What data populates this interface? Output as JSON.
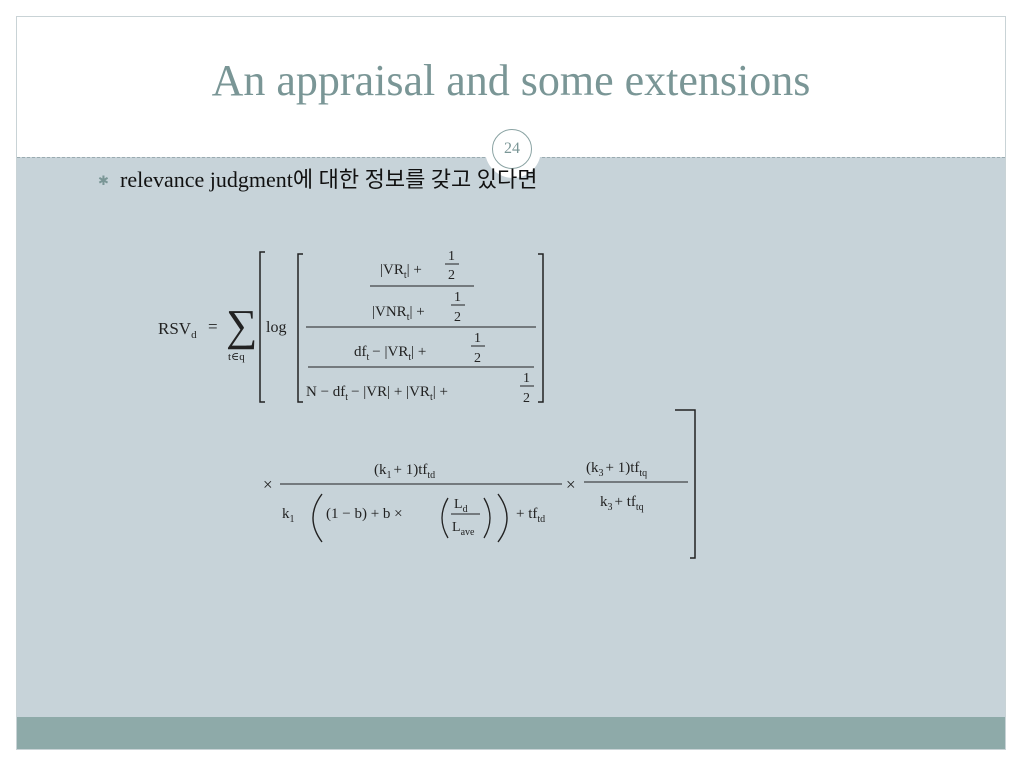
{
  "slide": {
    "title": "An appraisal and some extensions",
    "page_number": "24",
    "bullet_icon": "bullet-star-icon",
    "bullet_text": "relevance judgment에 대한 정보를 갖고 있다면",
    "colors": {
      "title": "#7a9696",
      "content_bg": "#c7d3d9",
      "footer": "#8eaaa9"
    }
  },
  "formula": {
    "lhs_main": "RSV",
    "lhs_sub": "d",
    "equals": "=",
    "sum_symbol": "∑",
    "sum_sub": "t∈q",
    "log": "log",
    "num_top": "|VR",
    "num_top_sub": "t",
    "num_top_tail": "| +",
    "half_1": "1",
    "half_2": "2",
    "num_bot": "|VNR",
    "num_bot_sub": "t",
    "num_bot_tail": "| +",
    "den_top_a": "df",
    "den_top_a_sub": "t",
    "den_top_b": "− |VR",
    "den_top_b_sub": "t",
    "den_top_tail": "| +",
    "den_bot_a": "N − df",
    "den_bot_a_sub": "t",
    "den_bot_b": "− |VR| + |VR",
    "den_bot_b_sub": "t",
    "den_bot_tail": "| +",
    "times": "×",
    "bm25_num_a": "(k",
    "bm25_num_a_sub": "1",
    "bm25_num_b": "+ 1)tf",
    "bm25_num_b_sub": "td",
    "bm25_den_a": "k",
    "bm25_den_a_sub": "1",
    "bm25_den_b": "(1 − b) + b ×",
    "ld": "L",
    "ld_sub": "d",
    "lave": "L",
    "lave_sub": "ave",
    "bm25_den_c": "+ tf",
    "bm25_den_c_sub": "td",
    "q_num_a": "(k",
    "q_num_a_sub": "3",
    "q_num_b": "+ 1)tf",
    "q_num_b_sub": "tq",
    "q_den_a": "k",
    "q_den_a_sub": "3",
    "q_den_b": "+ tf",
    "q_den_b_sub": "tq"
  }
}
